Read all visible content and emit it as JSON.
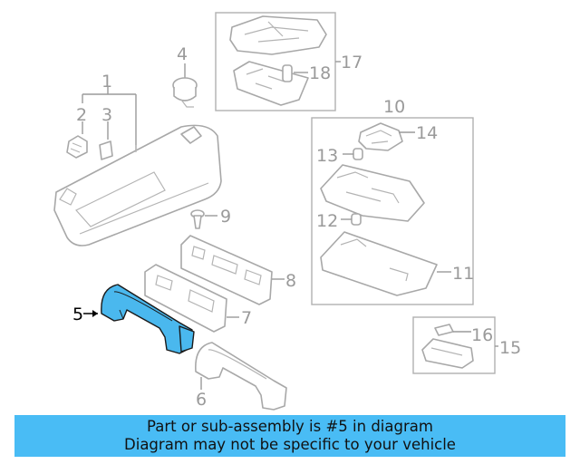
{
  "callouts": {
    "c1": "1",
    "c2": "2",
    "c3": "3",
    "c4": "4",
    "c5": "5",
    "c6": "6",
    "c7": "7",
    "c8": "8",
    "c9": "9",
    "c10": "10",
    "c11": "11",
    "c12": "12",
    "c13": "13",
    "c14": "14",
    "c15": "15",
    "c16": "16",
    "c17": "17",
    "c18": "18"
  },
  "highlight": {
    "part": "5",
    "color": "#4ab8ee"
  },
  "banner": {
    "line1": "Part or sub-assembly is #5 in diagram",
    "line2": "Diagram may not be specific to your vehicle",
    "background": "#49bcf5"
  }
}
